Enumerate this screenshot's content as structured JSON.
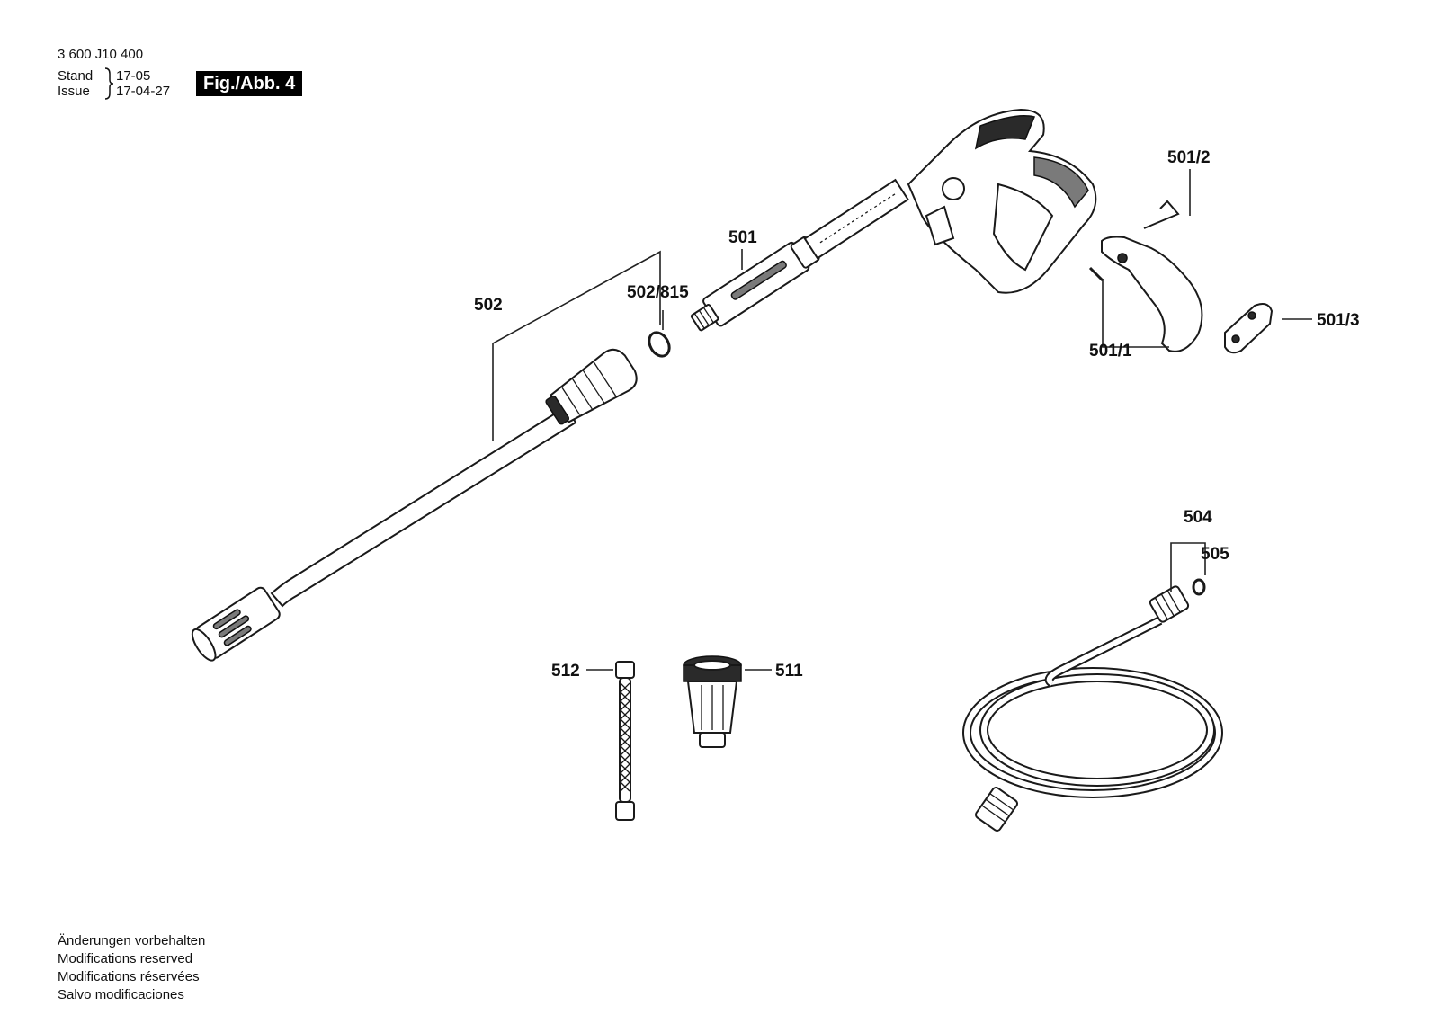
{
  "header": {
    "part_number": "3 600 J10 400",
    "stand_label": "Stand",
    "issue_label": "Issue",
    "stand_value_struck": "17-05",
    "issue_value": "17-04-27",
    "figure_badge": "Fig./Abb. 4"
  },
  "callouts": {
    "c501": "501",
    "c501_1": "501/1",
    "c501_2": "501/2",
    "c501_3": "501/3",
    "c502": "502",
    "c502_815": "502/815",
    "c504": "504",
    "c505": "505",
    "c511": "511",
    "c512": "512"
  },
  "footer": {
    "line1": "Änderungen vorbehalten",
    "line2": "Modifications reserved",
    "line3": "Modifications réservées",
    "line4": "Salvo modificaciones"
  }
}
